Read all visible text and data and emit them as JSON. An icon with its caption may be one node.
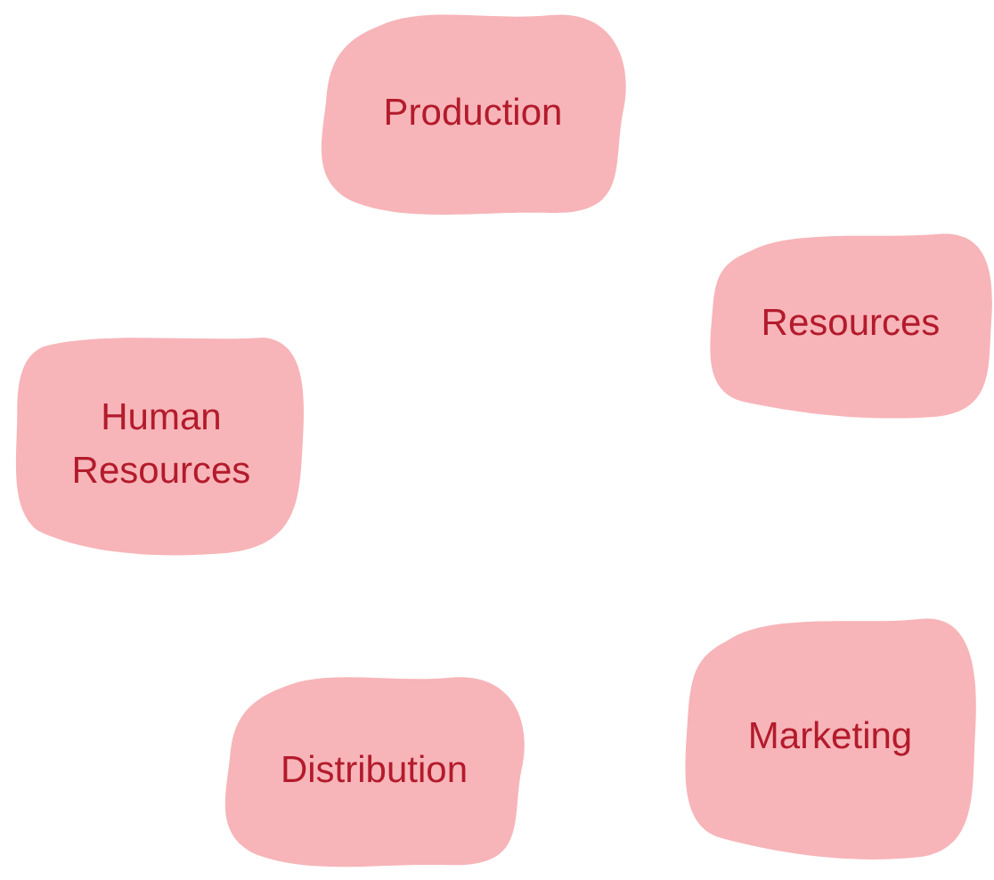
{
  "diagram": {
    "nodes": [
      {
        "text": [
          "Production"
        ]
      },
      {
        "text": [
          "Resources"
        ]
      },
      {
        "text": [
          "Human Resources"
        ]
      },
      {
        "text": [
          "Marketing"
        ]
      },
      {
        "text": [
          "Distribution"
        ]
      }
    ],
    "edges": []
  }
}
